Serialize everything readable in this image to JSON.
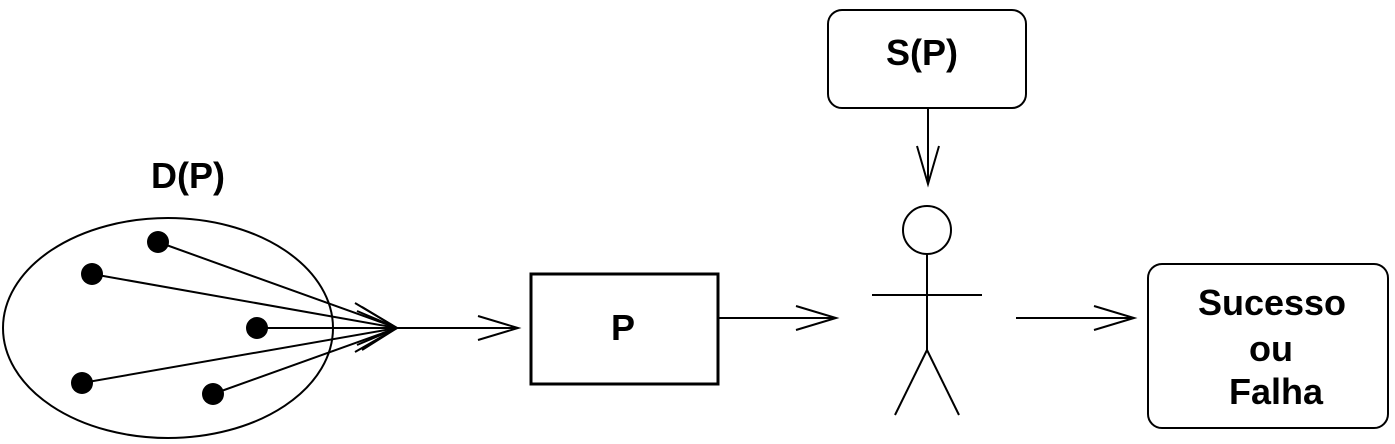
{
  "labels": {
    "domain": "D(P)",
    "program": "P",
    "specification": "S(P)",
    "outcome_line1": "Sucesso",
    "outcome_line2": "ou",
    "outcome_line3": "Falha"
  },
  "colors": {
    "stroke": "#000000",
    "background": "#ffffff"
  },
  "icons": {
    "tester": "stick-figure-person-icon",
    "inputs": "input-point-dots"
  }
}
